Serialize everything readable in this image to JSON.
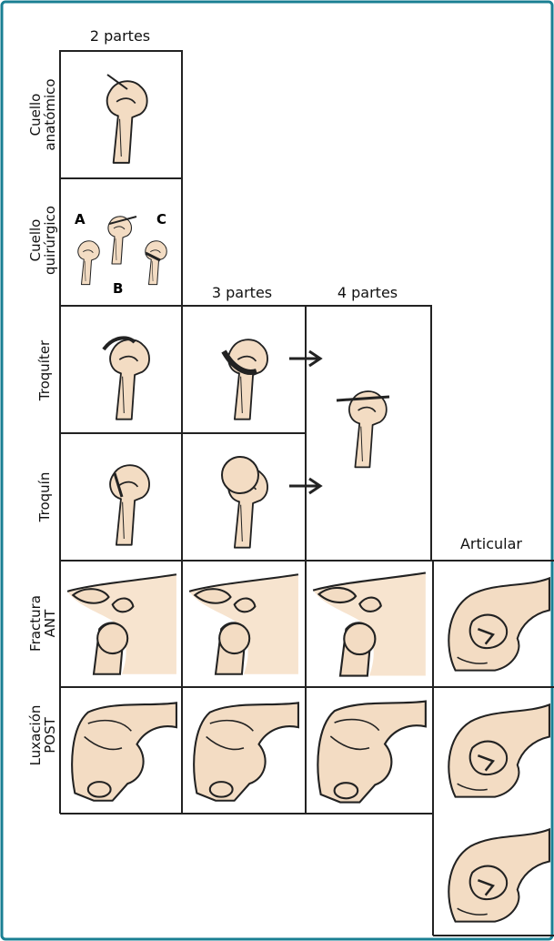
{
  "columns": {
    "two": "2 partes",
    "three": "3 partes",
    "four": "4 partes",
    "articular": "Articular"
  },
  "rows": {
    "cuello_anatomico": [
      "Cuello",
      "anatómico"
    ],
    "cuello_quirurgico": [
      "Cuello",
      "quirúrgico"
    ],
    "troquiter": "Troquíter",
    "troquin": "Troquín",
    "fractura_ant": [
      "Fractura",
      "ANT"
    ],
    "luxacion_post": [
      "Luxación",
      "POST"
    ]
  },
  "variants": {
    "a": "A",
    "b": "B",
    "c": "C"
  },
  "colors": {
    "border": "#1a7f93",
    "bone": "#f3dcc3",
    "shadow": "#f7e4cf",
    "line": "#222222"
  }
}
